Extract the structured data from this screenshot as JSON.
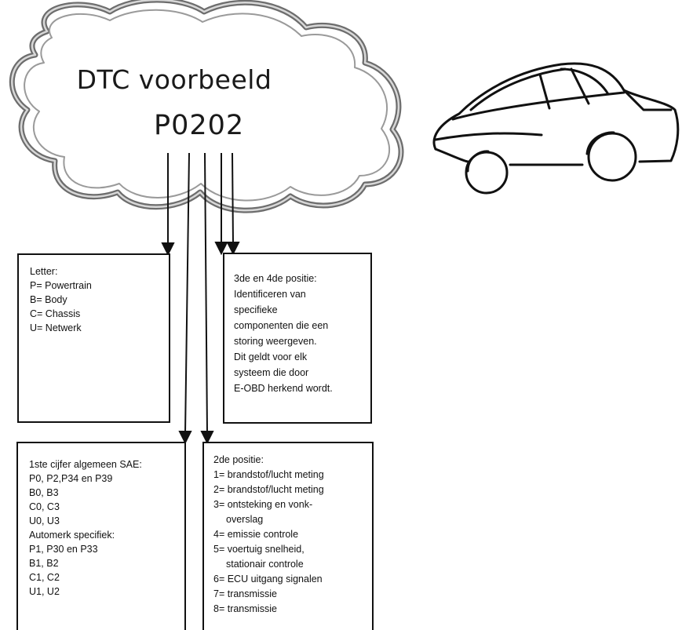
{
  "cloud": {
    "title": "DTC voorbeeld",
    "code": "P0202"
  },
  "boxes": {
    "letter": {
      "lines": [
        "Letter:",
        "P= Powertrain",
        "B= Body",
        "C= Chassis",
        "U= Netwerk"
      ]
    },
    "positions_3_4": {
      "lines": [
        "3de en 4de positie:",
        "Identificeren van",
        "specifieke",
        "componenten die een",
        "storing weergeven.",
        "Dit geldt voor elk",
        "systeem die door",
        "E-OBD herkend wordt."
      ]
    },
    "first_digit": {
      "lines": [
        "1ste cijfer algemeen SAE:",
        "P0, P2,P34 en P39",
        "B0, B3",
        "C0, C3",
        "U0, U3",
        "Automerk specifiek:",
        "P1, P30 en P33",
        "B1, B2",
        "C1, C2",
        "U1, U2"
      ]
    },
    "second_position": {
      "lines": [
        "2de positie:",
        "1= brandstof/lucht meting",
        "2= brandstof/lucht meting",
        "3= ontsteking en vonk-",
        "overslag",
        "4= emissie controle",
        "5= voertuig snelheid,",
        "stationair controle",
        "6= ECU uitgang signalen",
        "7= transmissie",
        "8= transmissie"
      ]
    }
  },
  "colors": {
    "cloud_outline": "#8a8a8a",
    "lines": "#111111"
  },
  "icons": [
    "cloud-shape",
    "car-icon",
    "arrow-icon"
  ]
}
